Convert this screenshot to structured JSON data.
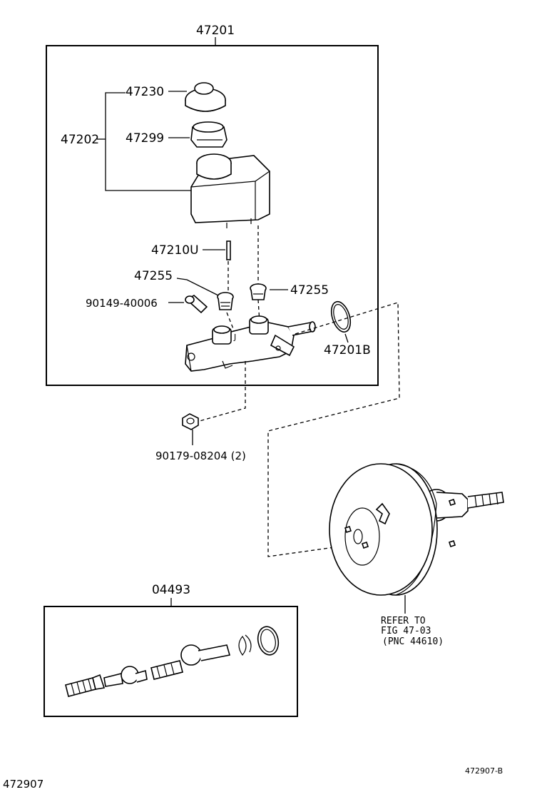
{
  "diagram": {
    "labels": {
      "assy_master_cyl": "47201",
      "reservoir_cap": "47230",
      "reservoir_set": "47202",
      "strainer": "47299",
      "pin": "47210U",
      "grommet_left": "47255",
      "grommet_right": "47255",
      "union_bolt": "90149-40006",
      "gasket": "47201B",
      "nut": "90179-08204 (2)",
      "kit": "04493",
      "refer_line1": "REFER TO",
      "refer_line2": "FIG 47-03",
      "refer_line3": "(PNC 44610)",
      "code_right": "472907-B",
      "code_left": "472907"
    }
  }
}
